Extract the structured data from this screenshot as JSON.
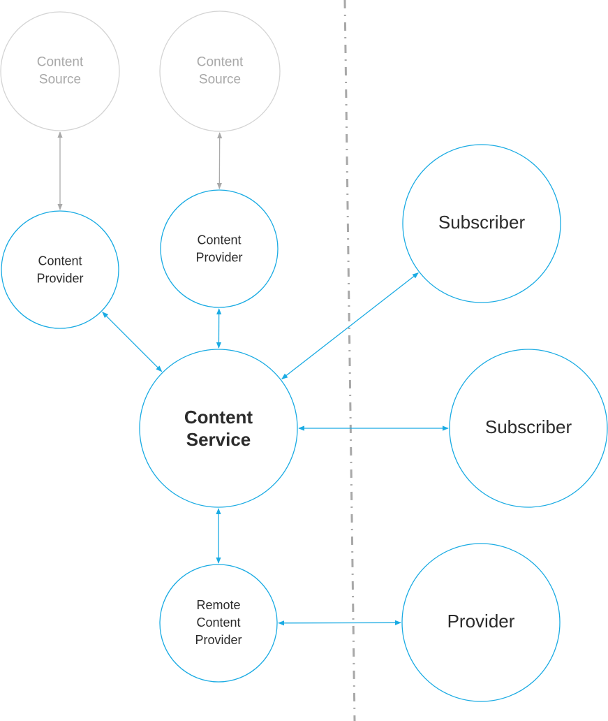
{
  "diagram": {
    "colors": {
      "accent": "#1aabe3",
      "muted": "#aaaaaa",
      "muted_circle": "#d4d4d4",
      "divider": "#a8a8a8",
      "text_dark": "#2b2b2b",
      "text_muted": "#a8a8a8"
    },
    "nodes": [
      {
        "id": "content-source-1",
        "lines": [
          "Content",
          "Source"
        ],
        "style": "muted"
      },
      {
        "id": "content-source-2",
        "lines": [
          "Content",
          "Source"
        ],
        "style": "muted"
      },
      {
        "id": "content-provider-1",
        "lines": [
          "Content",
          "Provider"
        ],
        "style": "accent"
      },
      {
        "id": "content-provider-2",
        "lines": [
          "Content",
          "Provider"
        ],
        "style": "accent"
      },
      {
        "id": "content-service",
        "lines": [
          "Content",
          "Service"
        ],
        "style": "accent-bold"
      },
      {
        "id": "remote-content-provider",
        "lines": [
          "Remote",
          "Content",
          "Provider"
        ],
        "style": "accent"
      },
      {
        "id": "subscriber-1",
        "lines": [
          "Subscriber"
        ],
        "style": "accent-large"
      },
      {
        "id": "subscriber-2",
        "lines": [
          "Subscriber"
        ],
        "style": "accent-large"
      },
      {
        "id": "provider",
        "lines": [
          "Provider"
        ],
        "style": "accent-large"
      }
    ],
    "edges": [
      {
        "from": "content-source-1",
        "to": "content-provider-1",
        "direction": "bidirectional",
        "style": "muted"
      },
      {
        "from": "content-source-2",
        "to": "content-provider-2",
        "direction": "bidirectional",
        "style": "muted"
      },
      {
        "from": "content-provider-1",
        "to": "content-service",
        "direction": "bidirectional",
        "style": "accent"
      },
      {
        "from": "content-provider-2",
        "to": "content-service",
        "direction": "bidirectional",
        "style": "accent"
      },
      {
        "from": "content-service",
        "to": "subscriber-1",
        "direction": "bidirectional",
        "style": "accent"
      },
      {
        "from": "content-service",
        "to": "subscriber-2",
        "direction": "bidirectional",
        "style": "accent"
      },
      {
        "from": "content-service",
        "to": "remote-content-provider",
        "direction": "bidirectional",
        "style": "accent"
      },
      {
        "from": "remote-content-provider",
        "to": "provider",
        "direction": "bidirectional",
        "style": "accent"
      }
    ],
    "divider": {
      "style": "dash-dot",
      "meaning": "boundary"
    }
  }
}
